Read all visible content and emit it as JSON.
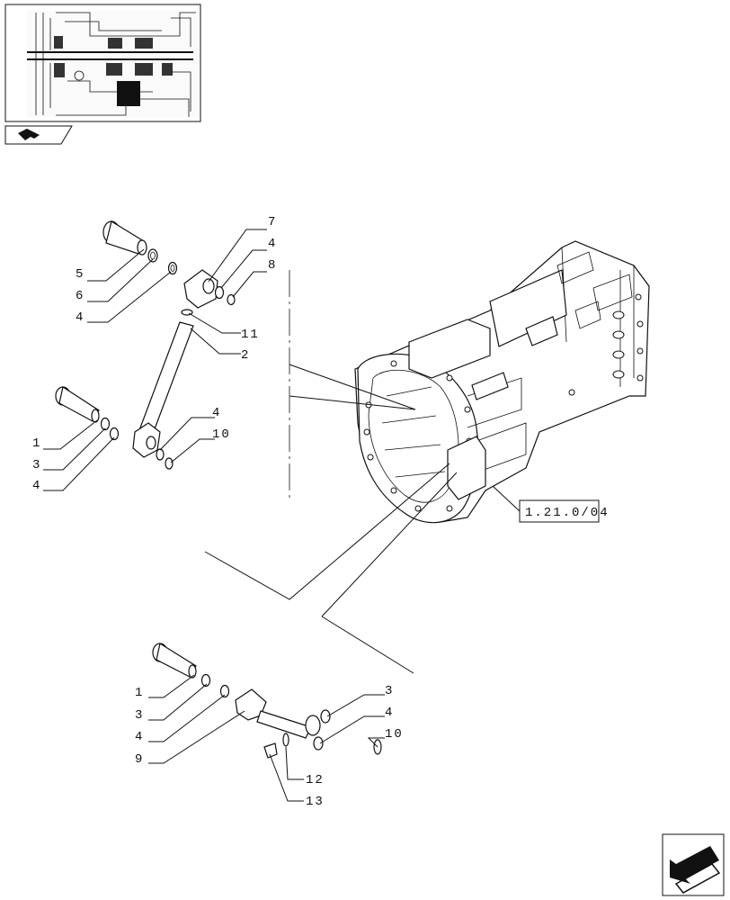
{
  "reference_label": "1.21.0/04",
  "callouts": {
    "top_group": [
      "7",
      "4",
      "8",
      "5",
      "6",
      "4",
      "11",
      "2"
    ],
    "middle_group": [
      "4",
      "10",
      "1",
      "3",
      "4"
    ],
    "bottom_group": [
      "1",
      "3",
      "4",
      "9",
      "3",
      "4",
      "10",
      "12",
      "13"
    ]
  },
  "icons": {
    "thumbnail": "transmission-section-thumbnail",
    "small_arrow": "previous-page-arrow-icon",
    "big_arrow": "next-page-arrow-icon"
  }
}
